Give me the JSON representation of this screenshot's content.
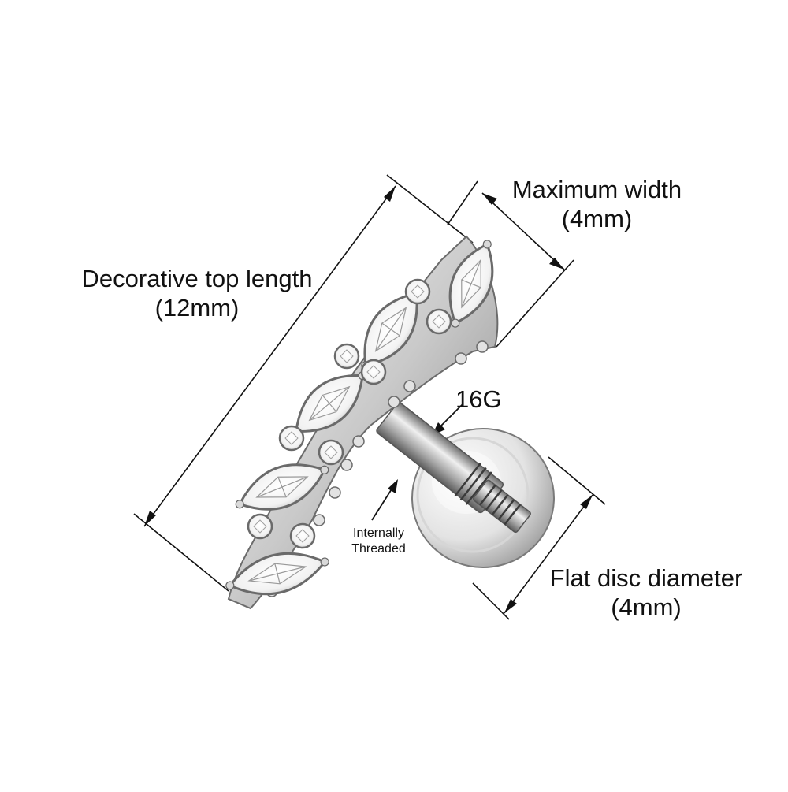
{
  "annotations": {
    "length": {
      "title": "Decorative top length",
      "value": "(12mm)"
    },
    "width": {
      "title": "Maximum width",
      "value": "(4mm)"
    },
    "gauge": {
      "title": "16G"
    },
    "thread": {
      "line1": "Internally",
      "line2": "Threaded"
    },
    "disc": {
      "title": "Flat disc diameter",
      "value": "(4mm)"
    }
  },
  "colors": {
    "line": "#111111",
    "metal_light": "#f2f2f2",
    "metal_dark": "#8e8e8e",
    "gem_outline": "#6a6a6a"
  },
  "icons": [
    "marquise-gem",
    "round-gem",
    "flat-disc",
    "threaded-post"
  ]
}
